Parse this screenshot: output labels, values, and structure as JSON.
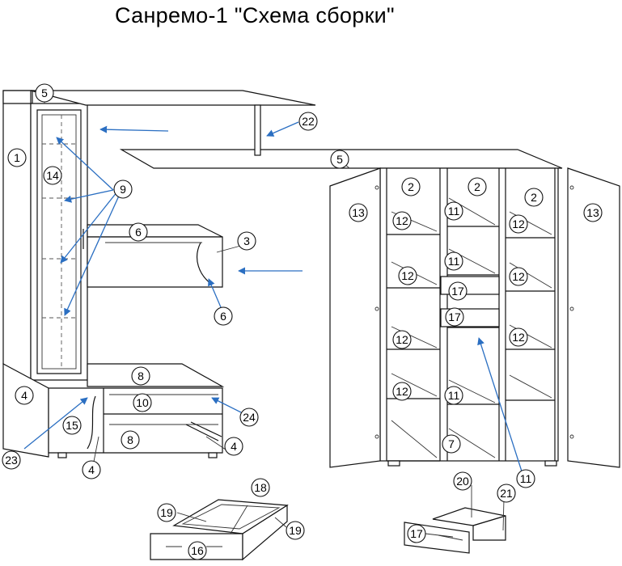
{
  "title": "Санремо-1 \"Схема сборки\"",
  "colors": {
    "arrow": "#2b6fc2",
    "line": "#111111",
    "background": "#ffffff"
  },
  "callouts": [
    "5",
    "1",
    "14",
    "9",
    "6",
    "3",
    "6",
    "22",
    "5",
    "2",
    "2",
    "2",
    "13",
    "13",
    "12",
    "11",
    "12",
    "12",
    "11",
    "12",
    "17",
    "17",
    "12",
    "12",
    "11",
    "12",
    "7",
    "11",
    "8",
    "10",
    "24",
    "4",
    "8",
    "4",
    "15",
    "23",
    "4",
    "18",
    "19",
    "19",
    "16",
    "20",
    "21",
    "17"
  ]
}
